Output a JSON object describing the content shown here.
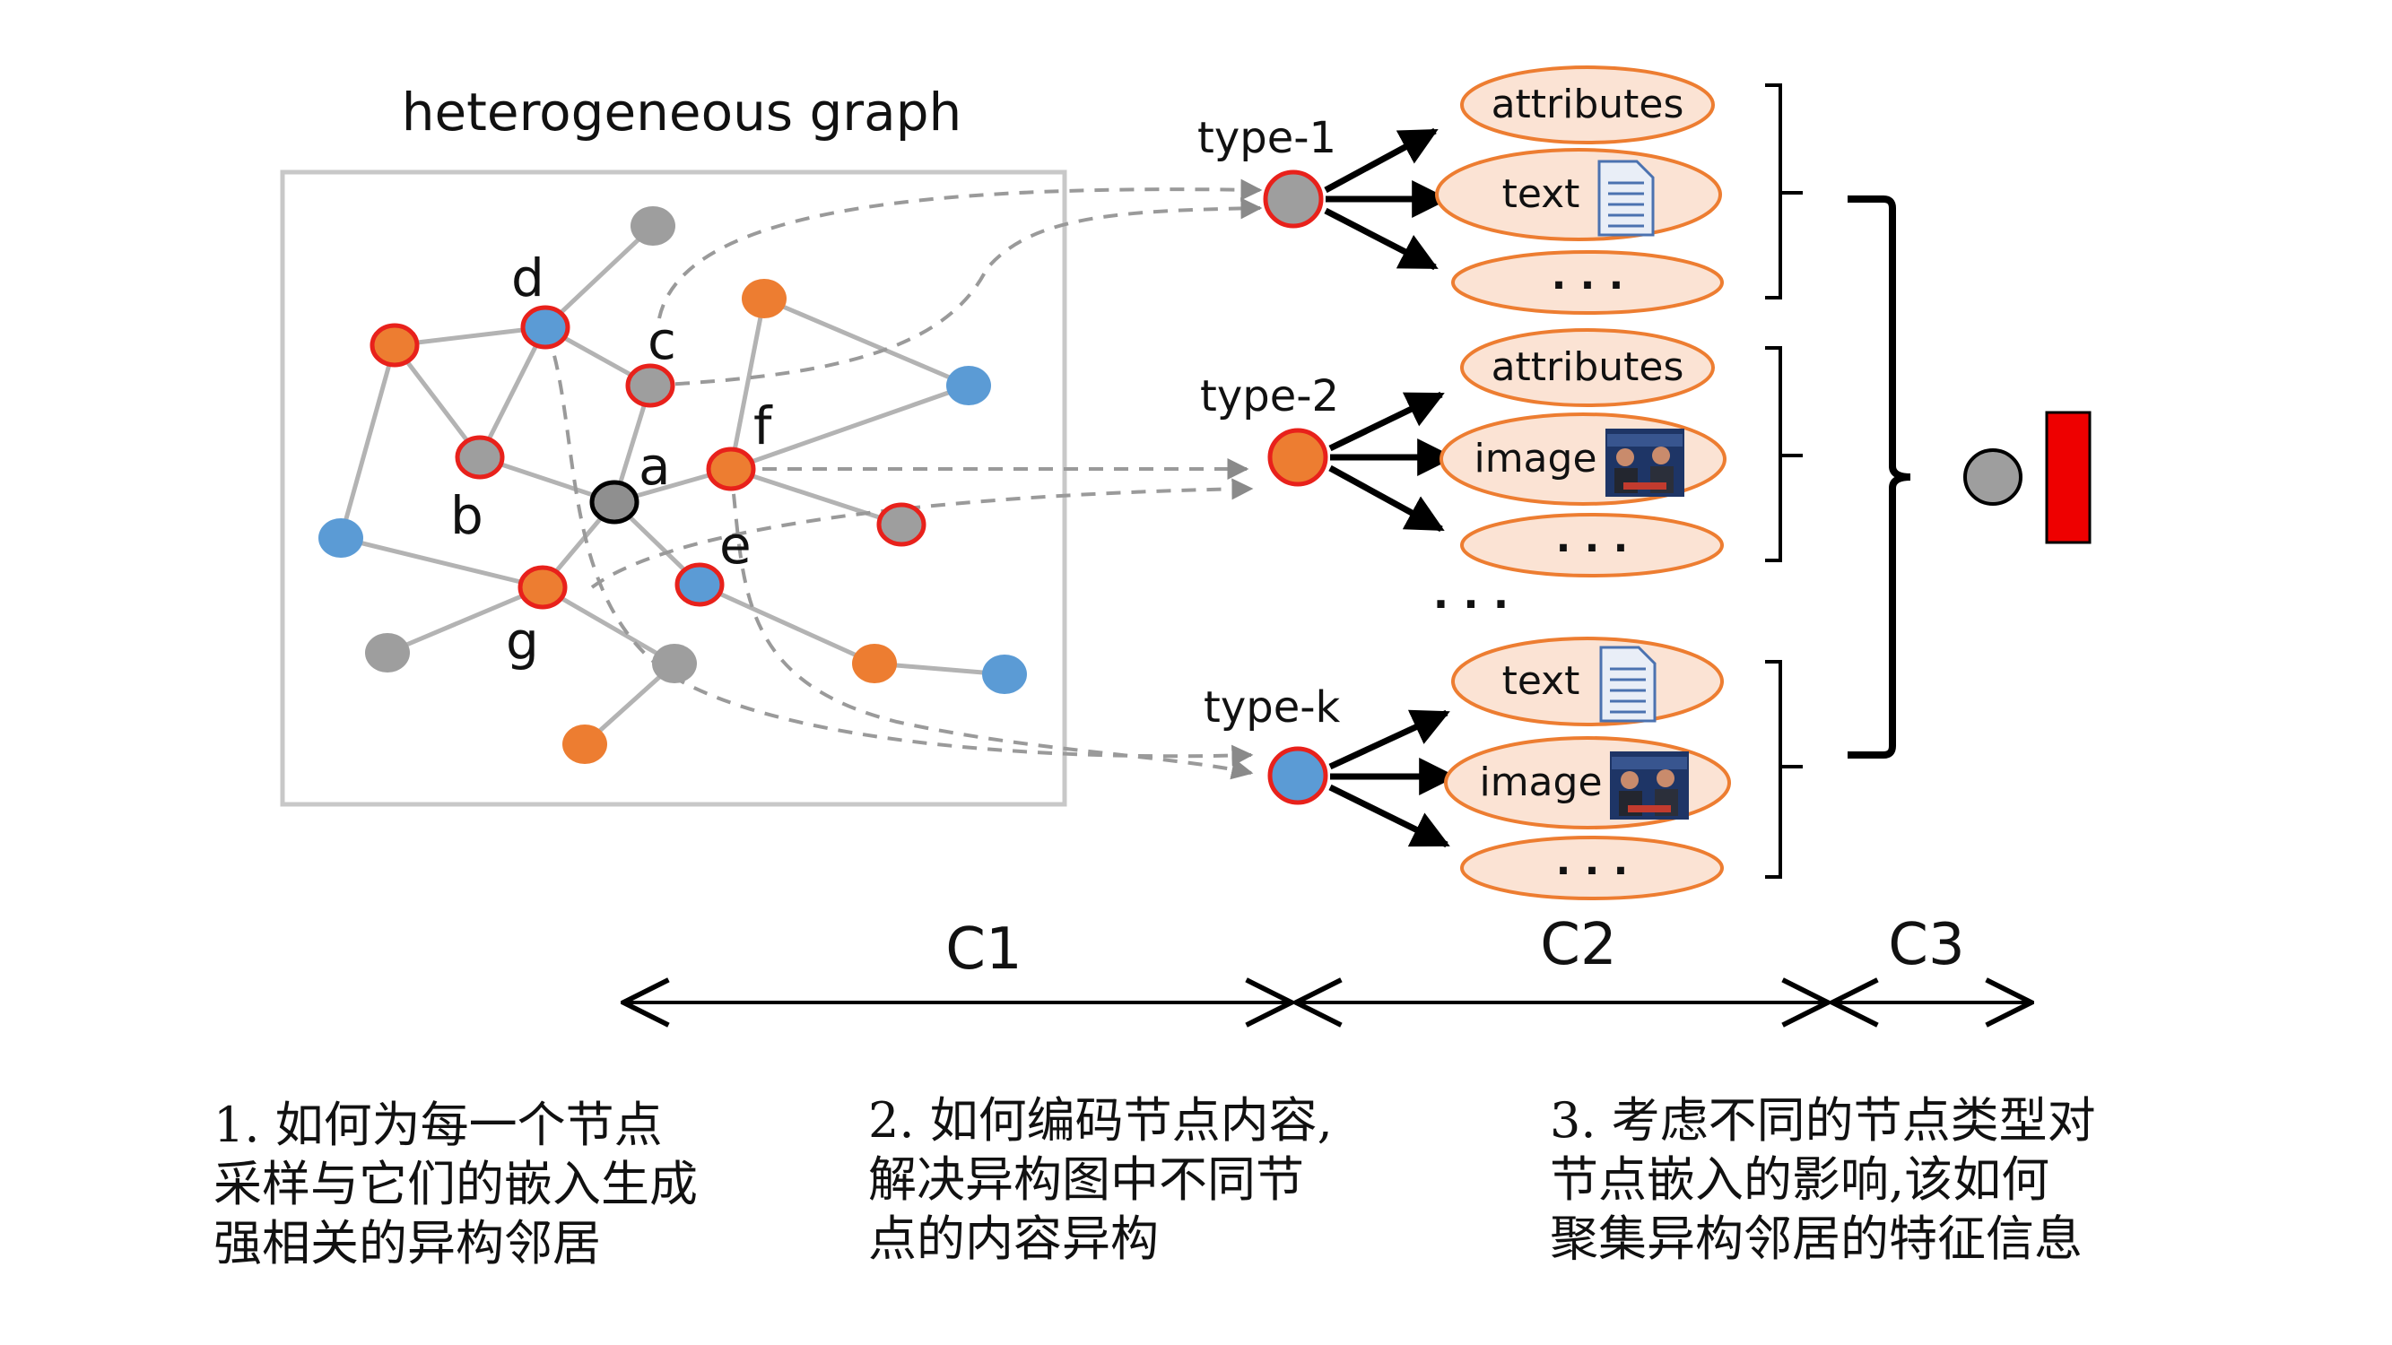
{
  "graph": {
    "title": "heterogeneous graph",
    "nodes": [
      {
        "id": "a",
        "label": "a",
        "kind": "center"
      },
      {
        "id": "b",
        "label": "b",
        "kind": "gray-red"
      },
      {
        "id": "c",
        "label": "c",
        "kind": "gray-red"
      },
      {
        "id": "d",
        "label": "d",
        "kind": "blue-red"
      },
      {
        "id": "e",
        "label": "e",
        "kind": "blue-red"
      },
      {
        "id": "f",
        "label": "f",
        "kind": "orange-red"
      },
      {
        "id": "g",
        "label": "g",
        "kind": "orange-red"
      }
    ]
  },
  "types": [
    {
      "label": "type-1",
      "features": [
        "attributes",
        "text",
        ". . ."
      ]
    },
    {
      "label": "type-2",
      "features": [
        "attributes",
        "image",
        ". . ."
      ]
    },
    {
      "label": "type-k",
      "features": [
        "text",
        "image",
        ". . ."
      ]
    }
  ],
  "ellipsis": ". . .",
  "stages": [
    "C1",
    "C2",
    "C3"
  ],
  "captions": [
    "1. 如何为每一个节点\n采样与它们的嵌入生成\n强相关的异构邻居",
    "2. 如何编码节点内容,\n解决异构图中不同节\n点的内容异构",
    "3. 考虑不同的节点类型对\n节点嵌入的影响,该如何\n聚集异构邻居的特征信息"
  ],
  "colors": {
    "gray": "#9e9e9e",
    "orange": "#ed7d31",
    "blue": "#5b9bd5",
    "red_stroke": "#e8211b",
    "feature_fill": "#fbe3d4",
    "feature_stroke": "#ed7d31",
    "output_bar": "#ee0000"
  }
}
